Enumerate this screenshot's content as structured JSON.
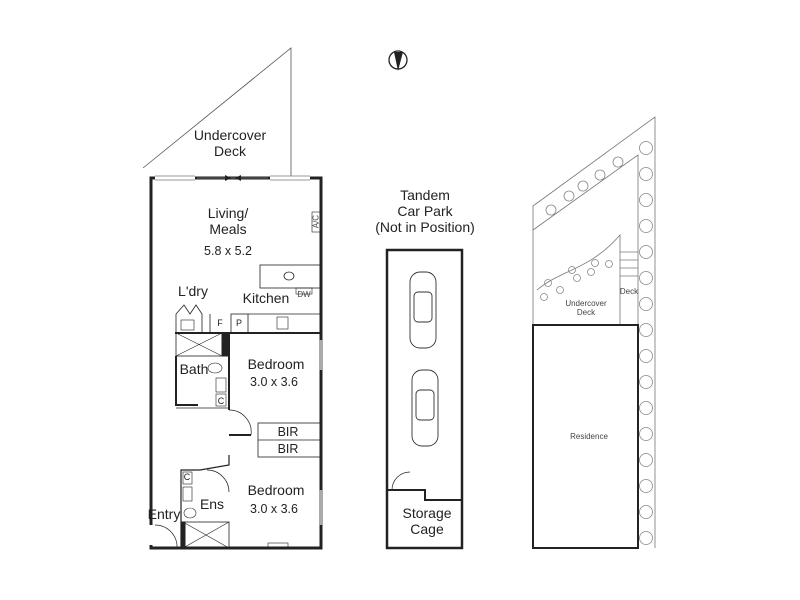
{
  "compass": {
    "label": "N"
  },
  "apartment": {
    "deck": "Undercover\nDeck",
    "living": {
      "name": "Living/\nMeals",
      "size": "5.8 x 5.2"
    },
    "ac": "A/C",
    "dw": "DW",
    "kitchen": "Kitchen",
    "laundry": "L'dry",
    "fridge": "F",
    "pantry": "P",
    "bath": "Bath",
    "cupboard": "C",
    "bedroom1": {
      "name": "Bedroom",
      "size": "3.0 x 3.6"
    },
    "bir1": "BIR",
    "bir2": "BIR",
    "bedroom2": {
      "name": "Bedroom",
      "size": "3.0 x 3.6"
    },
    "ensuite": "Ens",
    "entry": "Entry"
  },
  "carpark": {
    "title": "Tandem\nCar Park\n(Not in Position)",
    "storage": "Storage\nCage"
  },
  "site": {
    "undercover_deck": "Undercover\nDeck",
    "deck": "Deck",
    "residence": "Residence"
  }
}
